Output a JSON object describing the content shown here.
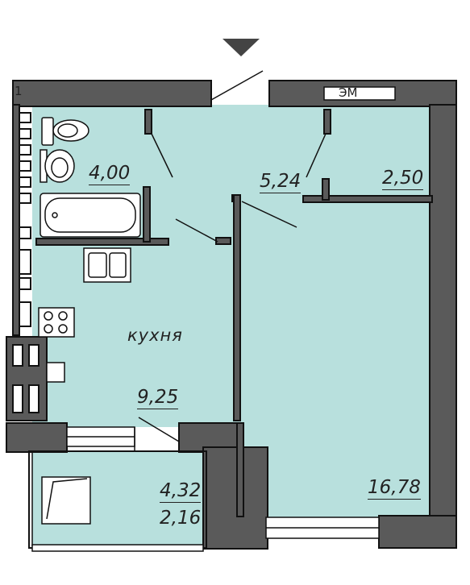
{
  "plan": {
    "entrance_marker": "entrance-arrow",
    "electrical_panel_label": "ЭМ",
    "tag_number": "1",
    "rooms": {
      "bathroom": {
        "area": "4,00"
      },
      "hallway": {
        "area": "5,24"
      },
      "closet": {
        "area": "2,50"
      },
      "kitchen": {
        "name": "кухня",
        "area": "9,25"
      },
      "living": {
        "area": "16,78"
      },
      "balcony": {
        "area": "4,32",
        "area_reduced": "2,16"
      }
    },
    "colors": {
      "floor": "#b8e0dd",
      "wall": "#5a5a5a",
      "wall_outline": "#111111",
      "fixture": "#ffffff"
    }
  }
}
